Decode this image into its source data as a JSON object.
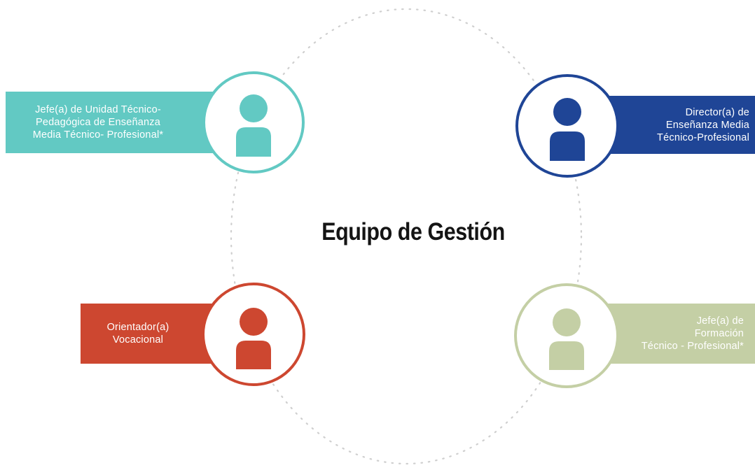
{
  "title": "Equipo de Gestión",
  "colors": {
    "teal": "#62c9c3",
    "navy": "#1f4596",
    "red": "#cd4730",
    "olive": "#c4cfa5",
    "ring_dots": "#c8c8c8",
    "title_text": "#141414"
  },
  "roles": {
    "top_left": {
      "label": "Jefe(a) de Unidad Técnico-\nPedagógica de Enseñanza\nMedia Técnico- Profesional*",
      "icon": "person-icon",
      "color": "#62c9c3"
    },
    "top_right": {
      "label": "Director(a) de\nEnseñanza Media\nTécnico-Profesional",
      "icon": "person-icon",
      "color": "#1f4596"
    },
    "bottom_left": {
      "label": "Orientador(a)\nVocacional",
      "icon": "person-icon",
      "color": "#cd4730"
    },
    "bottom_right": {
      "label": "Jefe(a) de\nFormación\nTécnico - Profesional*",
      "icon": "person-icon",
      "color": "#c4cfa5"
    }
  }
}
